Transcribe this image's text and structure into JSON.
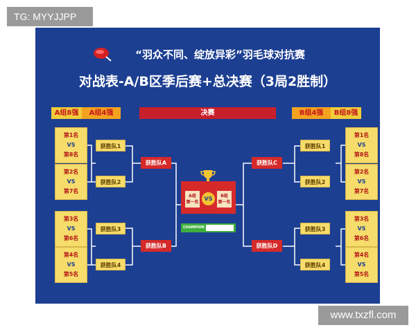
{
  "watermark_top": "TG: MYYJJPP",
  "watermark_bottom": "www.txzfl.com",
  "title_line1": "“羽众不同、绽放异彩”羽毛球对抗赛",
  "title_line2": "对战表-A/B区季后赛+总决赛（3局2胜制）",
  "header": {
    "a8": "A组8强",
    "a4": "A组4强",
    "final": "决赛",
    "b4": "B组4强",
    "b8": "B组8强"
  },
  "seeds_left": [
    {
      "top": "第1名",
      "vs": "VS",
      "bottom": "第8名"
    },
    {
      "top": "第2名",
      "vs": "VS",
      "bottom": "第7名"
    },
    {
      "top": "第3名",
      "vs": "VS",
      "bottom": "第6名"
    },
    {
      "top": "第4名",
      "vs": "VS",
      "bottom": "第5名"
    }
  ],
  "seeds_right": [
    {
      "top": "第1名",
      "vs": "VS",
      "bottom": "第8名"
    },
    {
      "top": "第2名",
      "vs": "VS",
      "bottom": "第7名"
    },
    {
      "top": "第3名",
      "vs": "VS",
      "bottom": "第6名"
    },
    {
      "top": "第4名",
      "vs": "VS",
      "bottom": "第5名"
    }
  ],
  "winners_left_r1": [
    "获胜队1",
    "获胜队2",
    "获胜队3",
    "获胜队4"
  ],
  "winners_right_r1": [
    "获胜队1",
    "获胜队2",
    "获胜队3",
    "获胜队4"
  ],
  "winners_left_r2": [
    "获胜队A",
    "获胜队B"
  ],
  "winners_right_r2": [
    "获胜队C",
    "获胜队D"
  ],
  "final": {
    "left_team_line1": "A组",
    "left_team_line2": "第一名",
    "vs": "VS",
    "right_team_line1": "B组",
    "right_team_line2": "第一名",
    "champion_label": "CHAMPION"
  },
  "colors": {
    "background": "#1c3f92",
    "seed_box": "#f6dc6a",
    "winner_box": "#d62a2a",
    "final_bar": "#c8202a"
  }
}
